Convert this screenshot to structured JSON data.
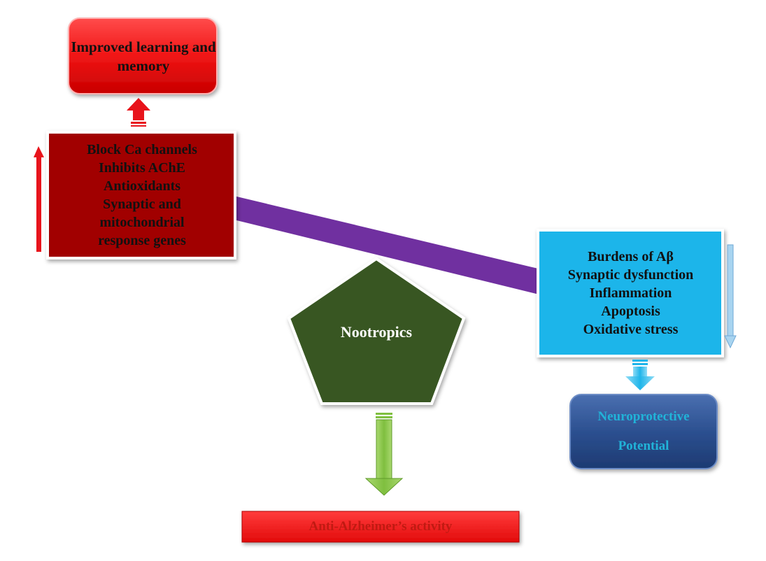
{
  "improved_box": {
    "label": "Improved learning and memory"
  },
  "left_box": {
    "lines": [
      "Block Ca channels",
      "Inhibits AChE",
      "Antioxidants",
      "Synaptic and",
      "mitochondrial",
      "response genes"
    ]
  },
  "right_box": {
    "lines": [
      "Burdens of Aβ",
      "Synaptic dysfunction",
      "Inflammation",
      "Apoptosis",
      "Oxidative stress"
    ]
  },
  "center": {
    "label": "Nootropics"
  },
  "neuro_box": {
    "lines": [
      "Neuroprotective",
      "Potential"
    ]
  },
  "anti_box": {
    "label": "Anti-Alzheimer’s activity"
  },
  "colors": {
    "red": "#e8131b",
    "dark_red": "#a10000",
    "cyan": "#1fb5ea",
    "navy": "#2d4f8f",
    "olive": "#375623",
    "purple": "#7030a0",
    "green": "#92d050"
  }
}
